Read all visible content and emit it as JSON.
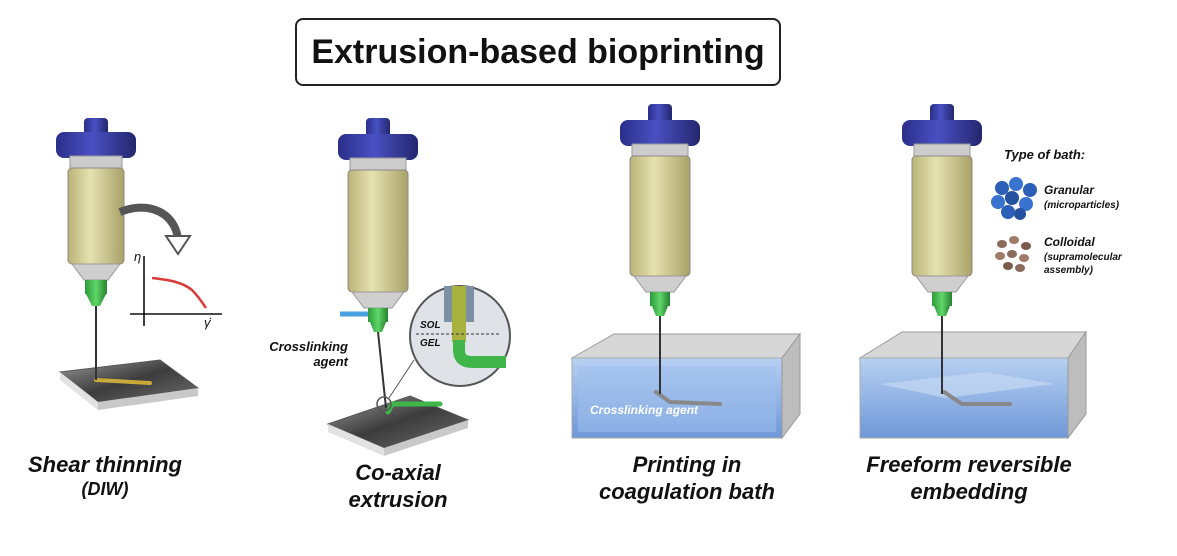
{
  "title": "Extrusion-based bioprinting",
  "panels": [
    {
      "caption_line1": "Shear thinning",
      "caption_line2": "(DIW)"
    },
    {
      "caption_line1": "Co-axial",
      "caption_line2": "extrusion"
    },
    {
      "caption_line1": "Printing in",
      "caption_line2": "coagulation bath"
    },
    {
      "caption_line1": "Freeform reversible",
      "caption_line2": "embedding"
    }
  ],
  "graph": {
    "y_axis_symbol": "η",
    "x_axis_symbol": "γ̇"
  },
  "coaxial": {
    "crosslinking_label_line1": "Crosslinking",
    "crosslinking_label_line2": "agent",
    "sol_label": "SOL",
    "gel_label": "GEL"
  },
  "coagulation_bath": {
    "bath_label": "Crosslinking agent"
  },
  "bath_legend": {
    "heading": "Type of bath:",
    "granular_title": "Granular",
    "granular_sub": "(microparticles)",
    "colloidal_title": "Colloidal",
    "colloidal_sub_line1": "(supramolecular",
    "colloidal_sub_line2": "assembly)"
  },
  "colors": {
    "cap_blue": "#3a3fa6",
    "bioink_yellow": "#d8d49a",
    "nozzle_green": "#3fb54a",
    "bath_blue": "#8fb4e6",
    "curve_red": "#d93a3a",
    "granular_blue": "#2b5fb8",
    "colloidal_brown": "#8a6a5a"
  }
}
